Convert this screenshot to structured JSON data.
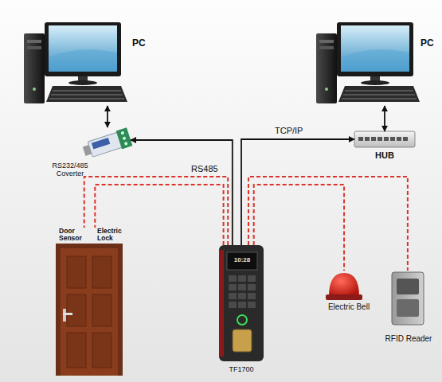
{
  "diagram": {
    "nodes": [
      {
        "text": [
          "PC"
        ]
      },
      {
        "text": [
          "PC"
        ]
      },
      {
        "text": [
          "RS232/485 Coverter"
        ]
      },
      {
        "text": [
          "HUB"
        ]
      },
      {
        "text": [
          "Door Sensor",
          "Electric Lock"
        ]
      },
      {
        "text": [
          "TF1700"
        ]
      },
      {
        "text": [
          "Electric Bell"
        ]
      },
      {
        "text": [
          "RFID Reader"
        ]
      }
    ],
    "edges": [
      {
        "from": 0,
        "to": 2,
        "arrow": "both"
      },
      {
        "from": 1,
        "to": 3,
        "arrow": "both"
      },
      {
        "from": 5,
        "to": 2,
        "label": "RS485",
        "arrow": "to"
      },
      {
        "from": 5,
        "to": 3,
        "label": "TCP/IP",
        "arrow": "to"
      },
      {
        "from": 5,
        "to": 4,
        "arrow": "none"
      },
      {
        "from": 5,
        "to": 4,
        "arrow": "none"
      },
      {
        "from": 5,
        "to": 6,
        "arrow": "none"
      },
      {
        "from": 5,
        "to": 7,
        "arrow": "none"
      }
    ],
    "labels": [
      "10:28"
    ]
  }
}
